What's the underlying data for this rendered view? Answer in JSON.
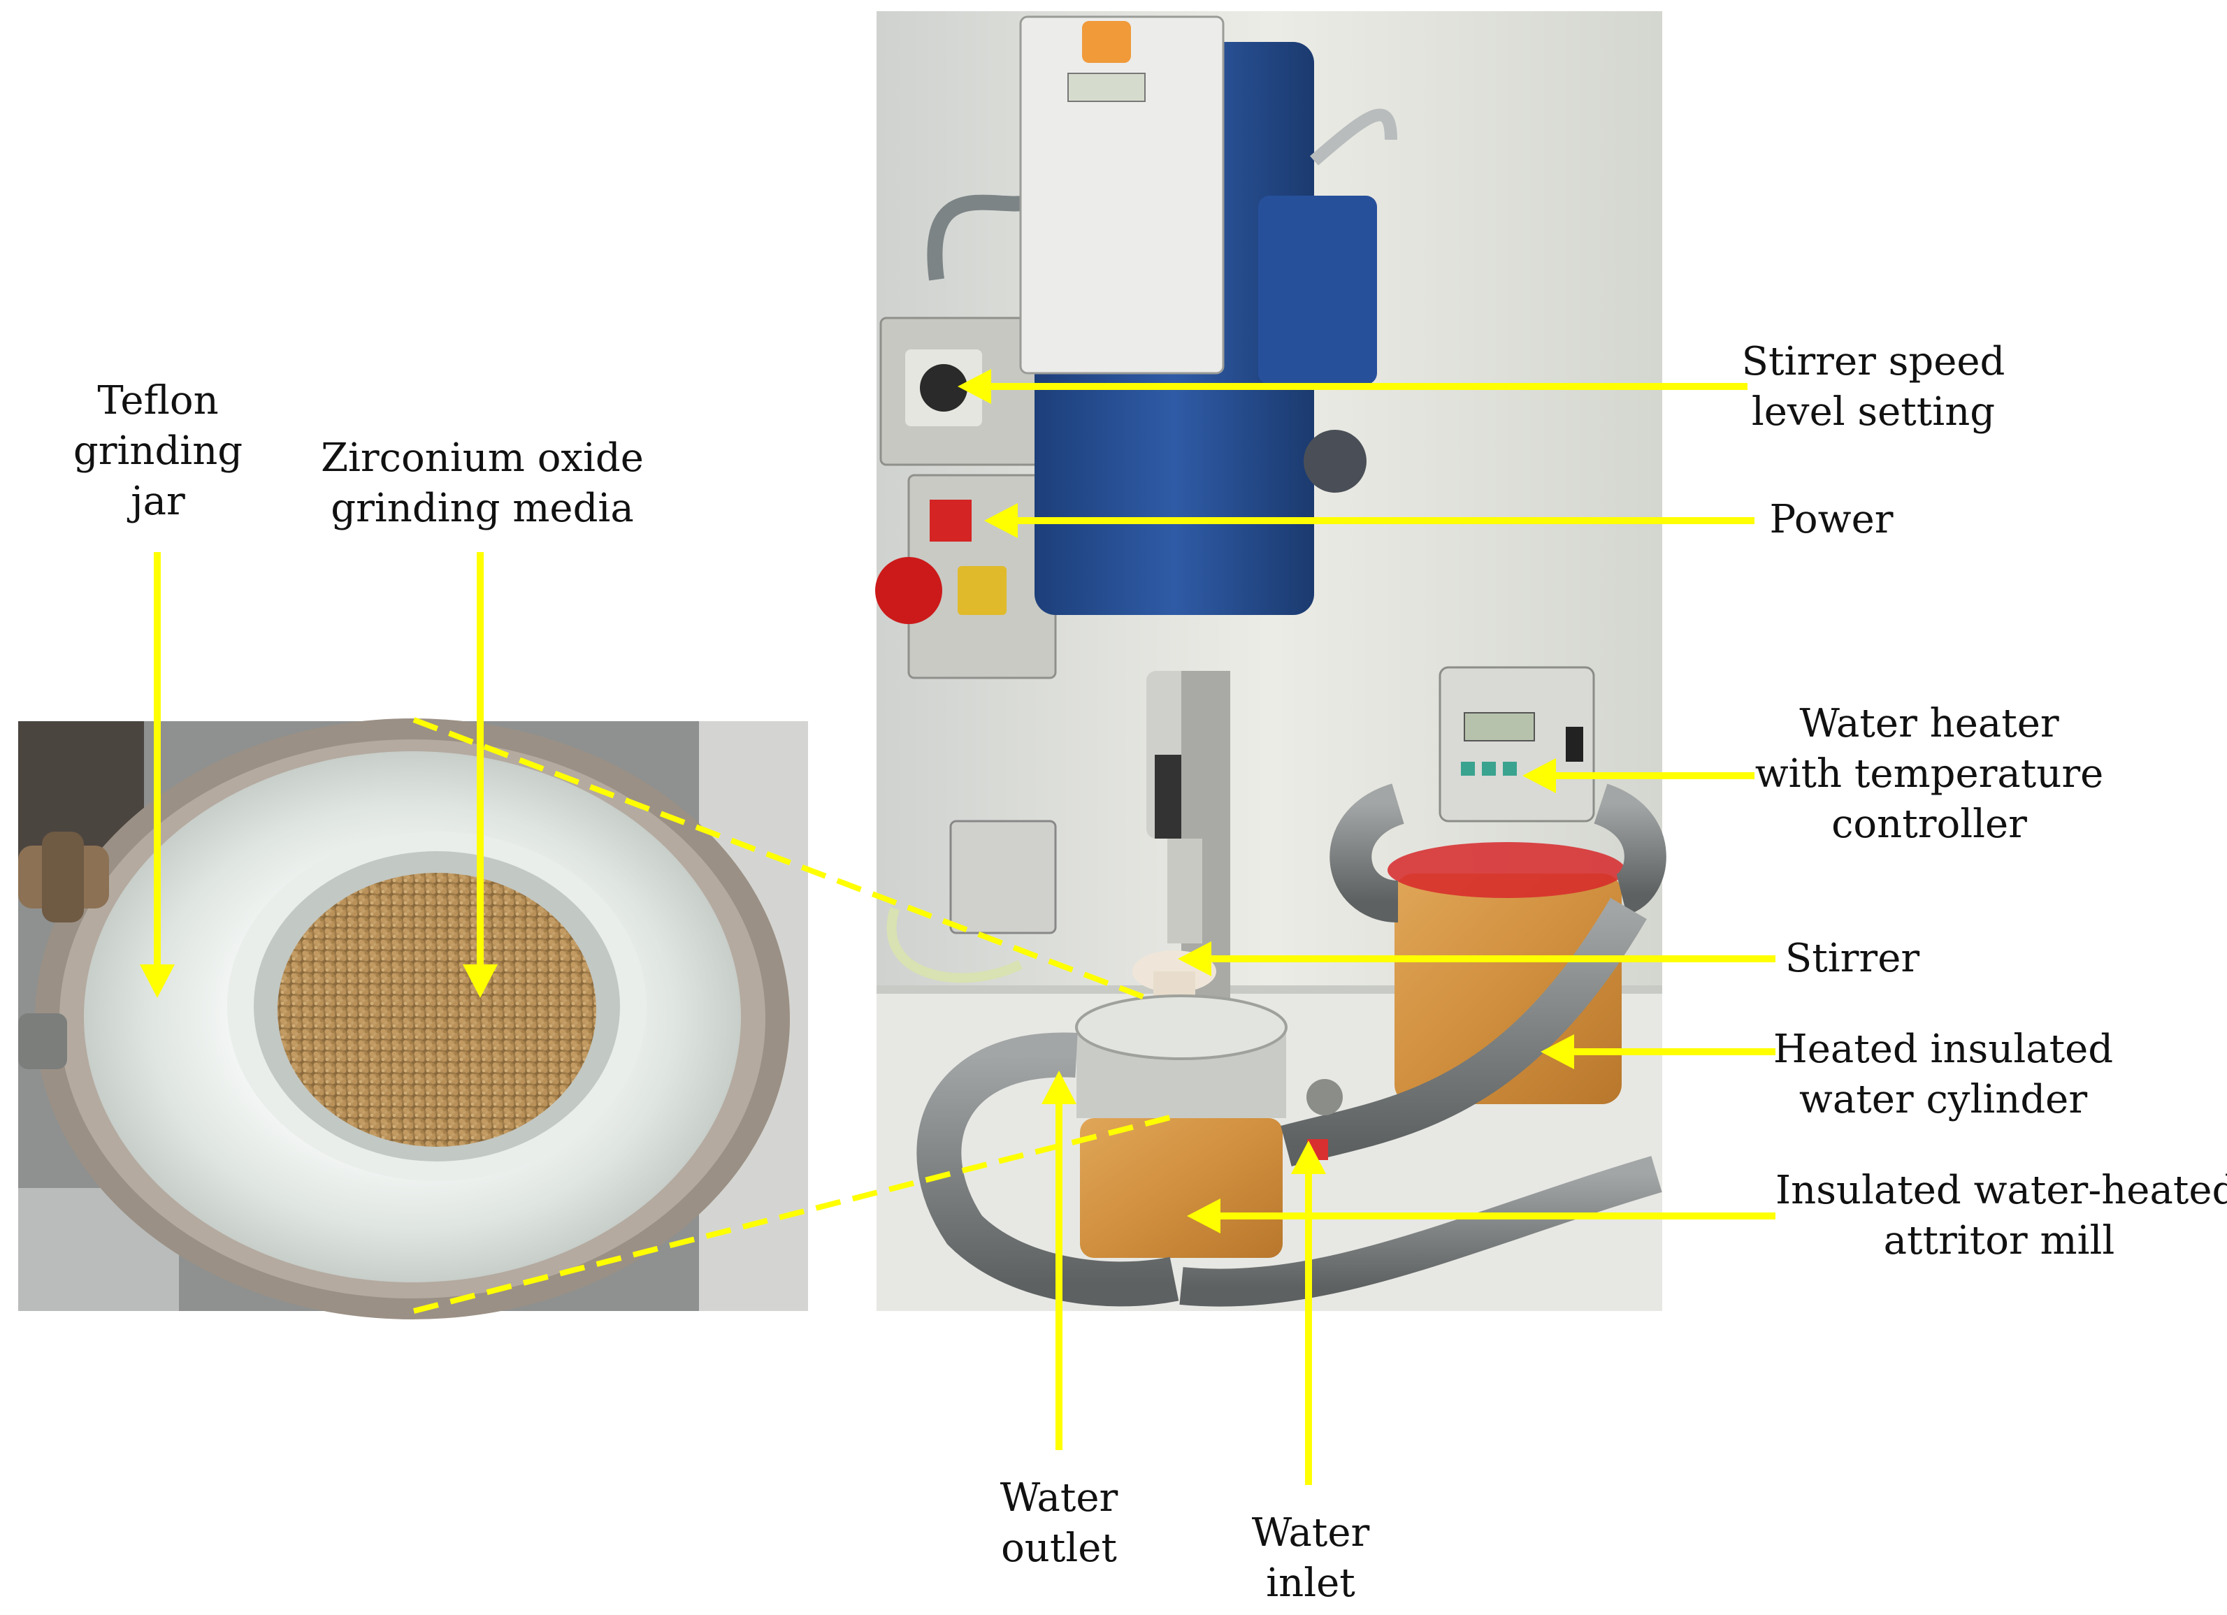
{
  "colors": {
    "arrow": "#ffff00",
    "text": "#111111",
    "background": "#ffffff"
  },
  "labels": {
    "teflon": [
      "Teflon",
      "grinding",
      "jar"
    ],
    "zirconium": [
      "Zirconium oxide",
      "grinding media"
    ],
    "stirrer_speed": [
      "Stirrer speed",
      "level setting"
    ],
    "power": [
      "Power"
    ],
    "water_heater": [
      "Water heater",
      "with temperature",
      "controller"
    ],
    "stirrer": [
      "Stirrer"
    ],
    "heated_cylinder": [
      "Heated insulated",
      "water cylinder"
    ],
    "attritor_mill": [
      "Insulated water-heated",
      "attritor mill"
    ],
    "water_outlet": [
      "Water",
      "outlet"
    ],
    "water_inlet": [
      "Water",
      "inlet"
    ]
  }
}
